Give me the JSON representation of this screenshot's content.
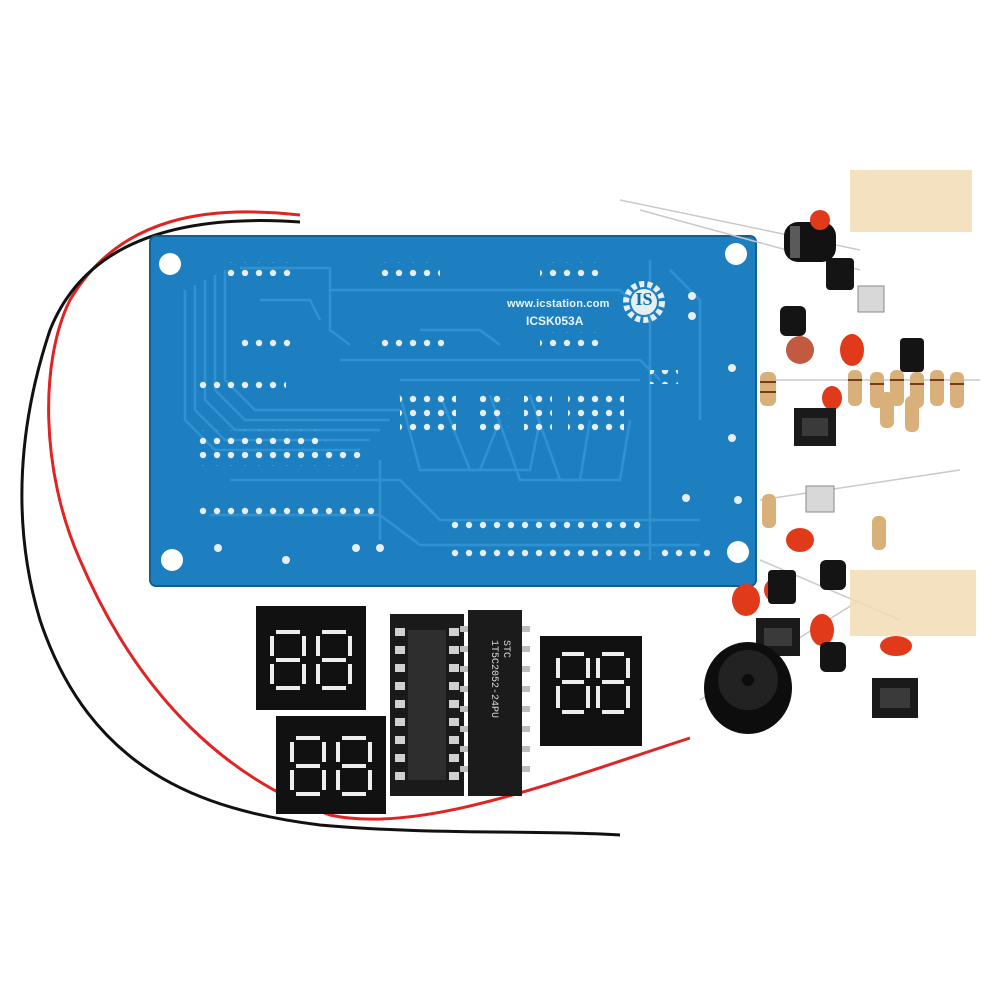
{
  "photo": {
    "subject": "electronic clock DIY kit",
    "colors": {
      "background": "#ffffff",
      "pcb": "#1d7fc0",
      "pcb_trace": "#2f93d3",
      "pad": "#e6eef2",
      "red_wire": "#e02424",
      "black_wire": "#111111",
      "led_red": "#e13a1a",
      "display_body": "#111111",
      "resistor_body": "#d9b07a"
    }
  },
  "pcb": {
    "silkscreen_url": "www.icstation.com",
    "silkscreen_model": "ICSK053A",
    "logo_text": "IS"
  },
  "chip": {
    "marking_line1": "STC",
    "marking_line2": "1T5C2052-24PU"
  },
  "displays": {
    "count": 3,
    "digits_per_display": 2
  }
}
